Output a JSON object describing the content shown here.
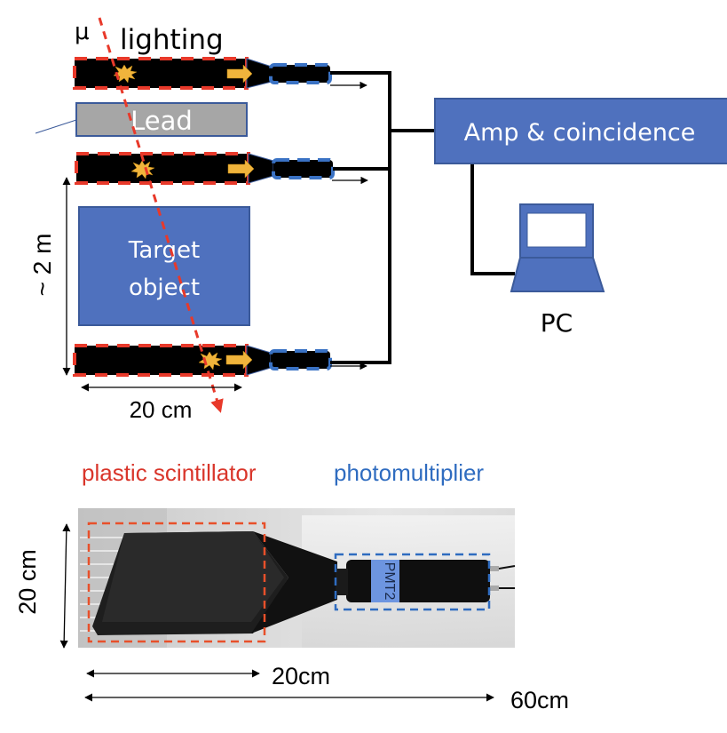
{
  "colors": {
    "scintillator_outline": "#e8392a",
    "photomultiplier_outline": "#3a72c4",
    "box_fill": "#4f71be",
    "box_border": "#3b5a9a",
    "lead_fill": "#a6a6a6",
    "lead_border": "#3b5a9a",
    "flash": "#f0b43c",
    "light_arrow": "#f0b43c",
    "muon_track": "#e8392a",
    "wire": "#000000",
    "scintillator_label": "#d9352a",
    "photomultiplier_label": "#2f6cc0",
    "tape": "#6d95e0"
  },
  "schematic": {
    "muon_symbol": "μ",
    "lighting_label": "lighting",
    "lead_label": "Lead",
    "target_label_line1": "Target",
    "target_label_line2": "object",
    "height_label": "~ 2 m",
    "width_label": "20 cm",
    "amp_label": "Amp & coincidence",
    "pc_label": "PC",
    "detectors": [
      {
        "name": "top-detector",
        "flash_position": "near-left"
      },
      {
        "name": "middle-detector",
        "flash_position": "center-left"
      },
      {
        "name": "bottom-detector",
        "flash_position": "right"
      }
    ]
  },
  "photo": {
    "scintillator_label": "plastic scintillator",
    "photomultiplier_label": "photomultiplier",
    "tape_label": "PMT2",
    "height_label": "20 cm",
    "scint_width_label": "20cm",
    "total_width_label": "60cm"
  }
}
